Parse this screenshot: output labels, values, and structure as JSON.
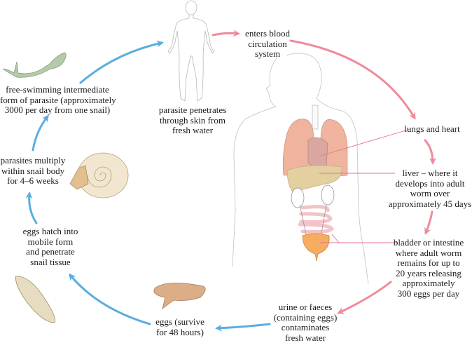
{
  "diagram": {
    "title": "Schistosome (blood fluke) life cycle",
    "colors": {
      "human_stage_arrow": "#f08a9a",
      "environment_stage_arrow": "#5aaee0",
      "pointer_line": "#e8709a",
      "lung": "#efb39e",
      "heart": "#d9a79f",
      "liver": "#e3cfa0",
      "bladder": "#f6ad60",
      "intestine": "#f3c3c8",
      "snail_shell": "#f1e6cf",
      "snail_body": "#e2c08e",
      "cercaria": "#b6c9a8",
      "egg": "#dcae88",
      "miracidium": "#e7dcc0",
      "outline": "#b8b8b8"
    },
    "stages": [
      {
        "id": "skin",
        "lines": [
          "parasite penetrates",
          "through skin from",
          "fresh water"
        ]
      },
      {
        "id": "blood",
        "lines": [
          "enters blood",
          "circulation",
          "system"
        ]
      },
      {
        "id": "lungs",
        "lines": [
          "lungs and heart"
        ]
      },
      {
        "id": "liver",
        "lines": [
          "liver – where it",
          "develops into adult",
          "worm over",
          "approximately 45 days"
        ]
      },
      {
        "id": "bladder",
        "lines": [
          "bladder or intestine",
          "where adult worm",
          "remains for up to",
          "20 years releasing",
          "approximately",
          "300 eggs per day"
        ]
      },
      {
        "id": "urine",
        "lines": [
          "urine or faeces",
          "(containing eggs)",
          "contaminates",
          "fresh water"
        ]
      },
      {
        "id": "eggs",
        "lines": [
          "eggs (survive",
          "for 48 hours)"
        ]
      },
      {
        "id": "hatch",
        "lines": [
          "eggs hatch into",
          "mobile form",
          "and penetrate",
          "snail tissue"
        ]
      },
      {
        "id": "multiply",
        "lines": [
          "parasites multiply",
          "within snail body",
          "for 4–6 weeks"
        ]
      },
      {
        "id": "free",
        "lines": [
          "free-swimming intermediate",
          "form of parasite (approximately",
          "3000 per day from one snail)"
        ]
      }
    ],
    "illustrations": [
      {
        "name": "human-figure-full",
        "depicts": "full human body outline"
      },
      {
        "name": "human-torso",
        "depicts": "torso with internal organs"
      },
      {
        "name": "snail",
        "depicts": "snail"
      },
      {
        "name": "cercaria",
        "depicts": "forked-tail free-swimming larva"
      },
      {
        "name": "egg",
        "depicts": "spined parasite egg"
      },
      {
        "name": "miracidium",
        "depicts": "mobile hatched larva"
      }
    ]
  }
}
